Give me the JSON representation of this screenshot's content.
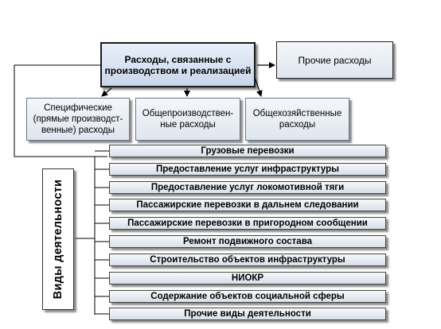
{
  "main_box": {
    "line1": "Расходы, связанные с",
    "line2": "производством и реализацией"
  },
  "other_box": {
    "label": "Прочие расходы"
  },
  "categories": [
    {
      "lines": [
        "Специфические",
        "(прямые производст-",
        "венные) расходы"
      ]
    },
    {
      "lines": [
        "Общепроизводствен-",
        "ные расходы"
      ]
    },
    {
      "lines": [
        "Общехозяйственные",
        "расходы"
      ]
    }
  ],
  "activities_title": "Виды деятельности",
  "activities": [
    "Грузовые перевозки",
    "Предоставление услуг инфраструктуры",
    "Предоставление услуг локомотивной тяги",
    "Пассажирские перевозки в дальнем следовании",
    "Пассажирские перевозки в пригородном сообщении",
    "Ремонт подвижного состава",
    "Строительство объектов инфраструктуры",
    "НИОКР",
    "Содержание объектов социальной сферы",
    "Прочие виды деятельности"
  ]
}
